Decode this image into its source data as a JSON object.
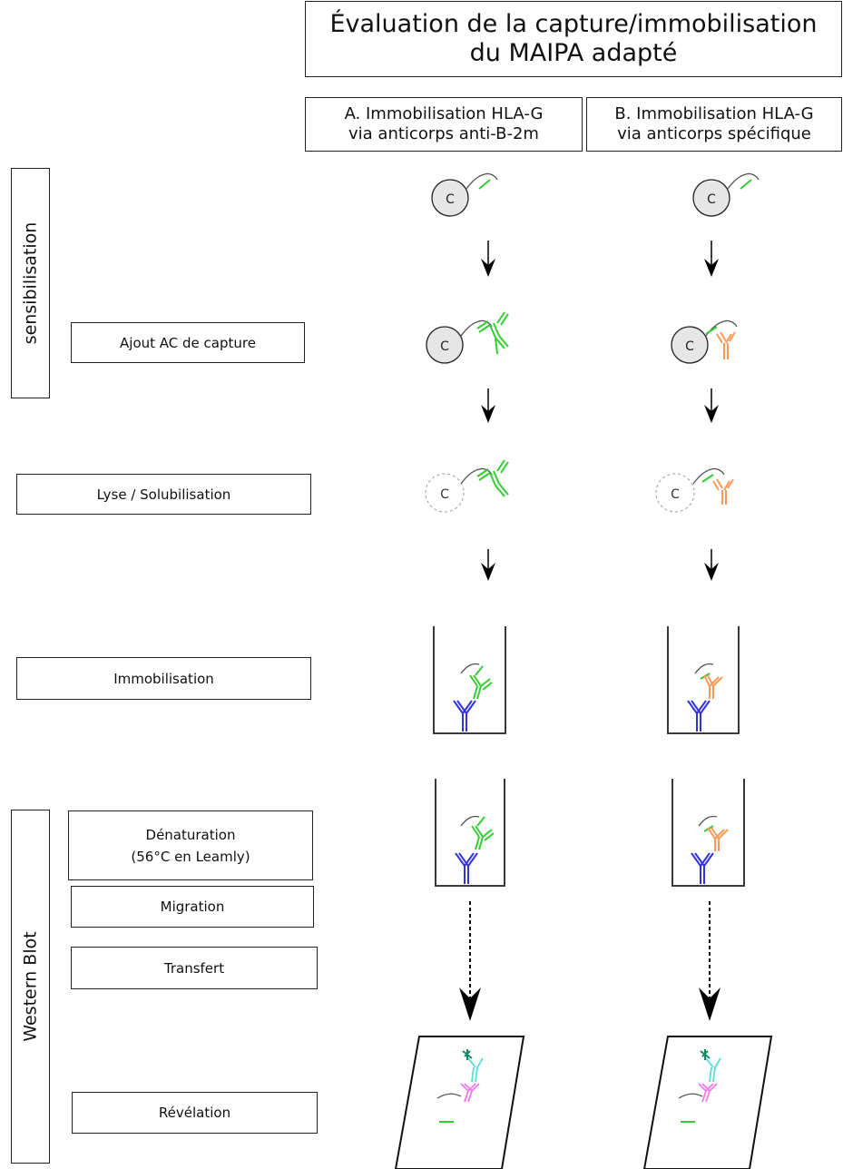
{
  "header": {
    "title_line1": "Évaluation de la capture/immobilisation",
    "title_line2": "du MAIPA adapté"
  },
  "columns": [
    {
      "line1": "A. Immobilisation HLA-G",
      "line2": "via anticorps anti-B-2m"
    },
    {
      "line1": "B. Immobilisation HLA-G",
      "line2": "via anticorps spécifique"
    }
  ],
  "sections": {
    "sensibilisation": "sensibilisation",
    "western_blot": "Western Blot"
  },
  "steps": {
    "ajout": "Ajout AC de capture",
    "lyse": "Lyse / Solubilisation",
    "immobilisation": "Immobilisation",
    "denaturation_line1": "Dénaturation",
    "denaturation_line2": "(56°C en Leamly)",
    "migration": "Migration",
    "transfert": "Transfert",
    "revelation": "Révélation"
  },
  "cell_label": "C",
  "colors": {
    "green_antibody": "#33cc33",
    "orange_antibody": "#ff9955",
    "blue_antibody": "#3333dd",
    "cyan_antibody": "#55dddd",
    "pink_antibody": "#ee77ee",
    "cell_fill": "#e6e6e6"
  }
}
